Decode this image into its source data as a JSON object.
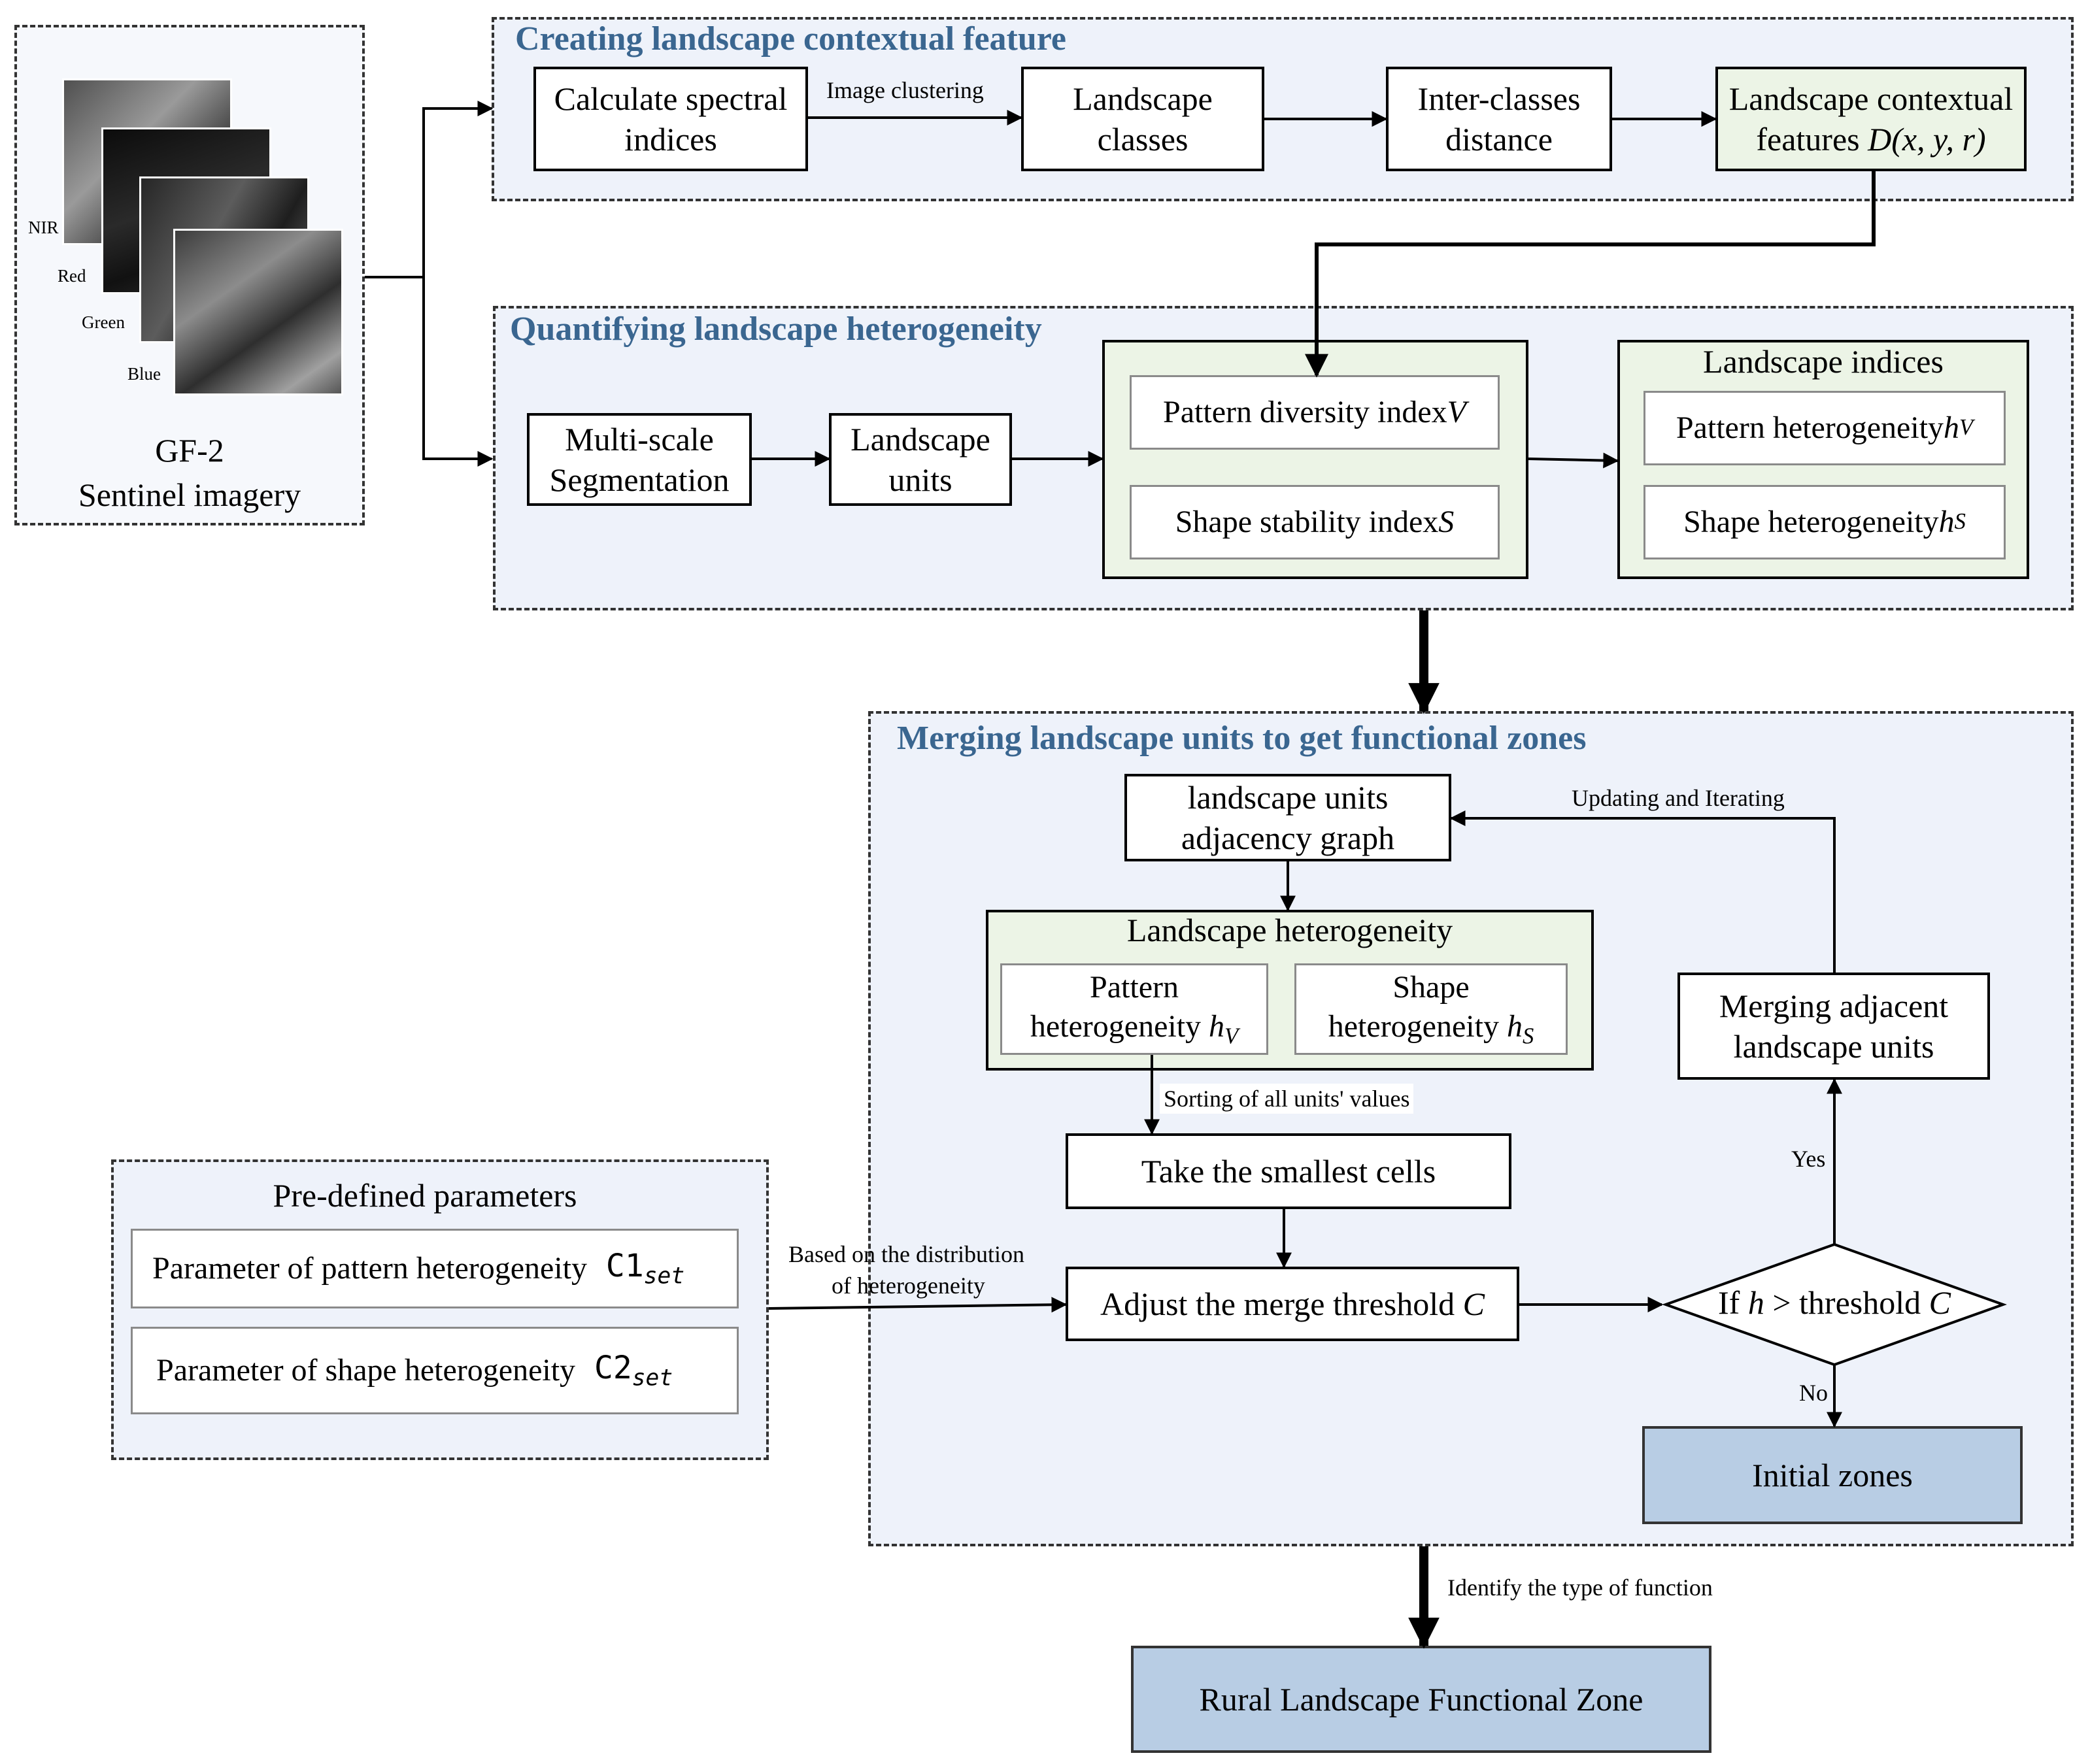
{
  "imagery": {
    "bands": [
      "NIR",
      "Red",
      "Green",
      "Blue"
    ],
    "title_line1": "GF-2",
    "title_line2": "Sentinel imagery"
  },
  "section1": {
    "title": "Creating landscape contextual feature",
    "calc_box": "Calculate spectral indices",
    "edge_label": "Image clustering",
    "classes_box": "Landscape classes",
    "distance_box": "Inter-classes distance",
    "contextual_box_line1": "Landscape contextual",
    "contextual_box_prefix": "features ",
    "contextual_box_formula": "D(x, y, r)"
  },
  "section2": {
    "title": "Quantifying landscape heterogeneity",
    "seg_box": "Multi-scale Segmentation",
    "units_box": "Landscape units",
    "pattern_index": "Pattern diversity index ",
    "pattern_index_symbol": "V",
    "shape_index": "Shape stability index ",
    "shape_index_symbol": "S",
    "indices_title": "Landscape indices",
    "pattern_het": "Pattern heterogeneity ",
    "pattern_het_symbol": "h",
    "pattern_het_sub": "V",
    "shape_het": "Shape heterogeneity ",
    "shape_het_symbol": "h",
    "shape_het_sub": "S"
  },
  "section3": {
    "title": "Merging landscape units to get functional zones",
    "graph_box": "landscape units adjacency graph",
    "iterate_label": "Updating and Iterating",
    "het_title": "Landscape heterogeneity",
    "pattern_line1": "Pattern",
    "pattern_line2": "heterogeneity ",
    "pattern_symbol": "h",
    "pattern_sub": "V",
    "shape_line1": "Shape",
    "shape_line2": "heterogeneity ",
    "shape_symbol": "h",
    "shape_sub": "S",
    "sorting_label": "Sorting of all units' values",
    "smallest_box": "Take the smallest cells",
    "adjust_box": "Adjust the merge threshold ",
    "adjust_symbol": "C",
    "decision_prefix": "If ",
    "decision_h": "h",
    "decision_mid": " > threshold ",
    "decision_c": "C",
    "yes_label": "Yes",
    "no_label": "No",
    "merge_box": "Merging adjacent landscape units",
    "initial_box": "Initial zones"
  },
  "params": {
    "title": "Pre-defined parameters",
    "p1_text": "Parameter of pattern heterogeneity ",
    "p1_symbol": "C1",
    "p1_sub": "set",
    "p2_text": "Parameter of shape heterogeneity ",
    "p2_symbol": "C2",
    "p2_sub": "set",
    "edge_label_line1": "Based on the distribution",
    "edge_label_line2": "of heterogeneity"
  },
  "final": {
    "identify_label": "Identify the type of function",
    "result_box": "Rural Landscape Functional Zone"
  }
}
